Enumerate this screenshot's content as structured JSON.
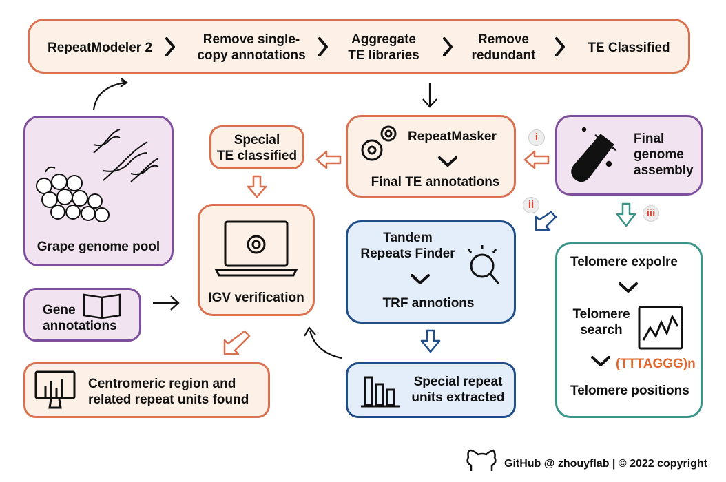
{
  "pipeline": {
    "steps": [
      "RepeatModeler 2",
      "Remove single-\ncopy annotations",
      "Aggregate\nTE libraries",
      "Remove\nredundant",
      "TE Classified"
    ]
  },
  "grape_pool": {
    "label": "Grape genome pool"
  },
  "gene_annotations": {
    "label": "Gene\nannotations"
  },
  "special_te": {
    "label": "Special\nTE classified"
  },
  "igv": {
    "label": "IGV verification"
  },
  "repeatmasker": {
    "title": "RepeatMasker",
    "result": "Final TE annotations"
  },
  "final_genome": {
    "label": "Final\ngenome\nassembly"
  },
  "badges": {
    "i": "i",
    "ii": "ii",
    "iii": "iii"
  },
  "trf": {
    "title": "Tandem\nRepeats Finder",
    "result": "TRF annotions"
  },
  "special_repeat": {
    "label": "Special repeat\nunits extracted"
  },
  "centromeric": {
    "label": "Centromeric region and\nrelated repeat units found"
  },
  "telomere": {
    "explore": "Telomere expolre",
    "search": "Telomere\nsearch",
    "motif": "(TTTAGGG)n",
    "positions": "Telomere positions"
  },
  "footer": {
    "credit": "GitHub @ zhouyflab | © 2022 copyright"
  },
  "colors": {
    "orange": "#d9704f",
    "purple": "#7d4f9c",
    "blue": "#1f4e88",
    "teal": "#3a9488",
    "motif": "#e0662a"
  }
}
